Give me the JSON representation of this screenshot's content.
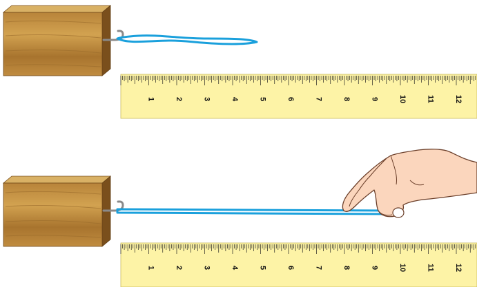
{
  "colors": {
    "wood_light": "#c99a4a",
    "wood_dark": "#8a5a22",
    "wood_top": "#d7ad5f",
    "wood_side": "#6e4718",
    "ruler_fill": "#fdf3a6",
    "ruler_edge": "#c9b95a",
    "band": "#1aa0dc",
    "hook": "#8c8c8c",
    "skin": "#fbd6bd",
    "skin_line": "#6b3f2a"
  },
  "panels": [
    {
      "id": "top",
      "band_state": "relaxed",
      "ruler": {
        "labels": [
          "1",
          "2",
          "3",
          "4",
          "5",
          "6",
          "7",
          "8",
          "9",
          "10",
          "11",
          "12"
        ]
      }
    },
    {
      "id": "bottom",
      "band_state": "stretched",
      "ruler": {
        "labels": [
          "1",
          "2",
          "3",
          "4",
          "5",
          "6",
          "7",
          "8",
          "9",
          "10",
          "11",
          "12"
        ]
      }
    }
  ]
}
